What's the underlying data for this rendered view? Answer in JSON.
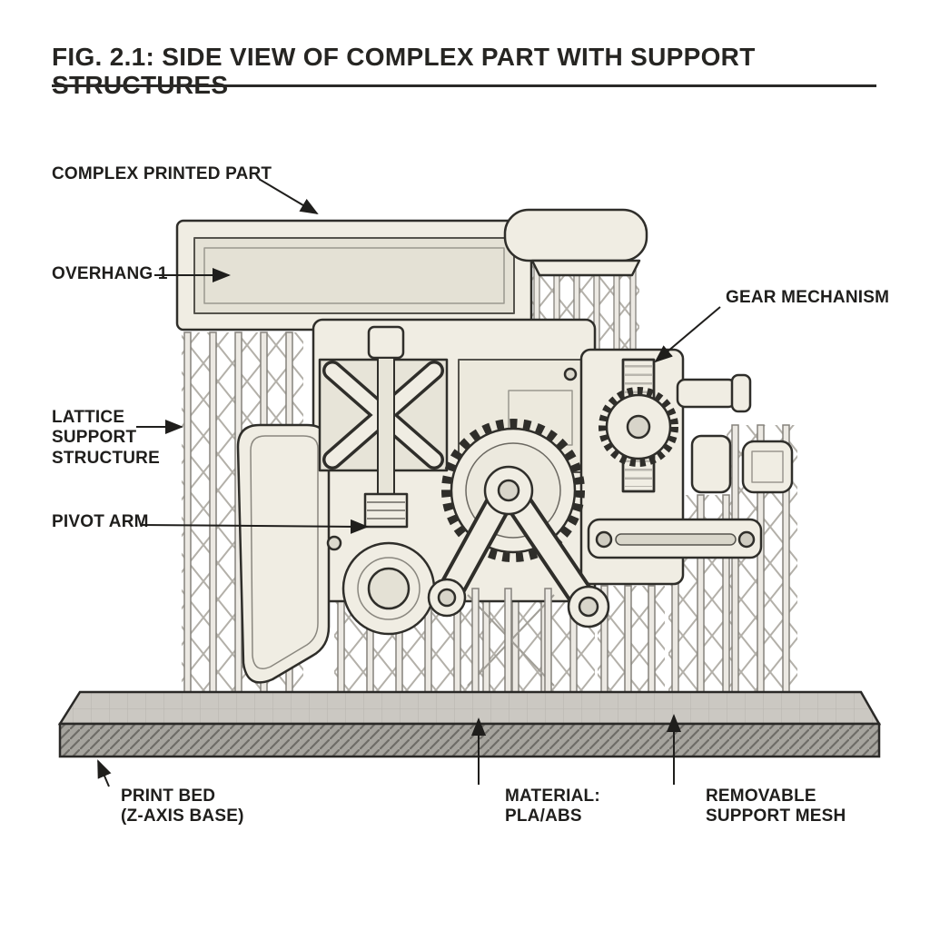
{
  "figure": {
    "title": "FIG. 2.1: SIDE VIEW OF COMPLEX PART WITH SUPPORT STRUCTURES"
  },
  "labels": {
    "complex_printed_part": "COMPLEX PRINTED PART",
    "overhang_1": "OVERHANG 1",
    "gear_mechanism": "GEAR MECHANISM",
    "lattice_support": "LATTICE\nSUPPORT\nSTRUCTURE",
    "pivot_arm": "PIVOT ARM",
    "print_bed": "PRINT BED\n(Z-AXIS BASE)",
    "material": "MATERIAL:\nPLA/ABS",
    "removable_support_mesh": "REMOVABLE\nSUPPORT MESH"
  },
  "palette": {
    "background": "#ffffff",
    "part_fill": "#f0ede3",
    "part_recess": "#e4e1d5",
    "outline": "#2f2e2a",
    "support_strut": "#ece9e3",
    "support_line": "#b3b0a9",
    "bed_top": "#cbc8c2",
    "bed_front": "#a6a49e",
    "label_color": "#1f1e1c"
  }
}
